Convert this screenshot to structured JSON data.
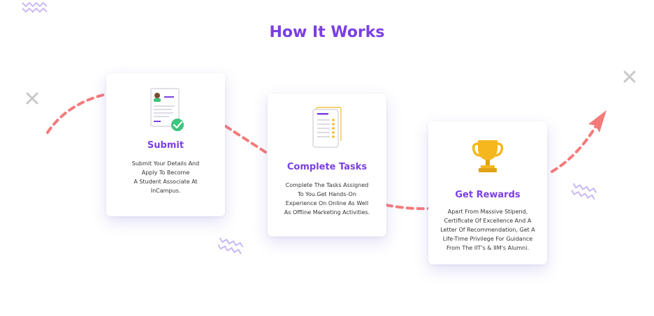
{
  "section": {
    "title": "How It Works"
  },
  "steps": [
    {
      "title": "Submit",
      "icon": "resume-check-icon",
      "description": [
        "Submit Your Details And",
        "Apply To Become",
        "A Student Associate At",
        "InCampus."
      ]
    },
    {
      "title": "Complete Tasks",
      "icon": "task-list-icon",
      "description": [
        "Complete The Tasks Assigned",
        "To You.Get Hands-On",
        "Experience On Online As Well",
        "As Offline Marketing Activities."
      ]
    },
    {
      "title": "Get Rewards",
      "icon": "trophy-icon",
      "description": [
        "Apart From Massive Stipend,",
        "Certificate Of Excellence And A",
        "Letter Of Recommendation, Get A",
        "Life-Time Privilege For Guidance",
        "From The IIT's & IIM's Alumni."
      ]
    }
  ],
  "colors": {
    "accent": "#7b3fe4",
    "path": "#f47a7a",
    "trophy": "#f5b71d",
    "check": "#3dc47e",
    "squiggle": "#c9b8f3",
    "cross": "#c8c8c8"
  }
}
